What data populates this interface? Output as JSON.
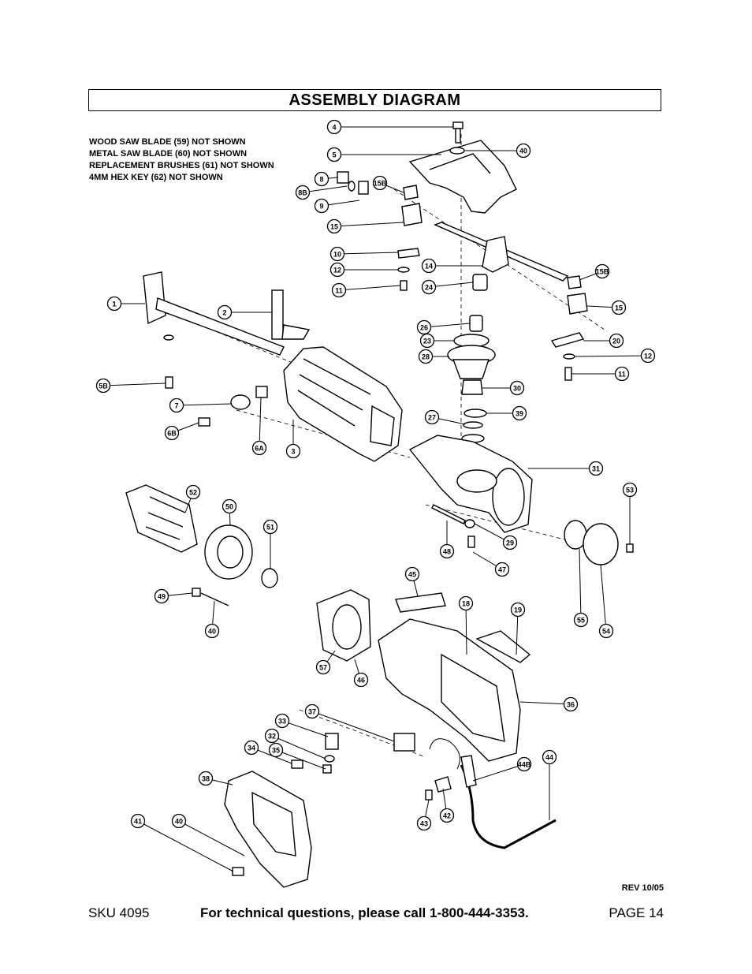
{
  "title": "ASSEMBLY DIAGRAM",
  "notes": [
    "WOOD SAW BLADE (59) NOT SHOWN",
    "METAL SAW BLADE (60) NOT SHOWN",
    "REPLACEMENT BRUSHES (61) NOT SHOWN",
    "4MM HEX KEY (62) NOT SHOWN"
  ],
  "revision": "REV 10/05",
  "footer": {
    "sku": "SKU  4095",
    "phone": "For technical questions, please call 1-800-444-3353.",
    "page": "PAGE 14"
  },
  "callouts": [
    "4",
    "5",
    "40",
    "8",
    "8B",
    "9",
    "15B",
    "15",
    "10",
    "12",
    "11",
    "14",
    "24",
    "15B",
    "15",
    "20",
    "12",
    "11",
    "1",
    "2",
    "5B",
    "7",
    "6B",
    "6A",
    "3",
    "26",
    "23",
    "28",
    "30",
    "27",
    "39",
    "31",
    "53",
    "52",
    "50",
    "51",
    "48",
    "29",
    "47",
    "55",
    "54",
    "49",
    "40",
    "45",
    "18",
    "19",
    "57",
    "46",
    "36",
    "37",
    "33",
    "32",
    "35",
    "34",
    "38",
    "44B",
    "44",
    "42",
    "43",
    "41",
    "40"
  ]
}
